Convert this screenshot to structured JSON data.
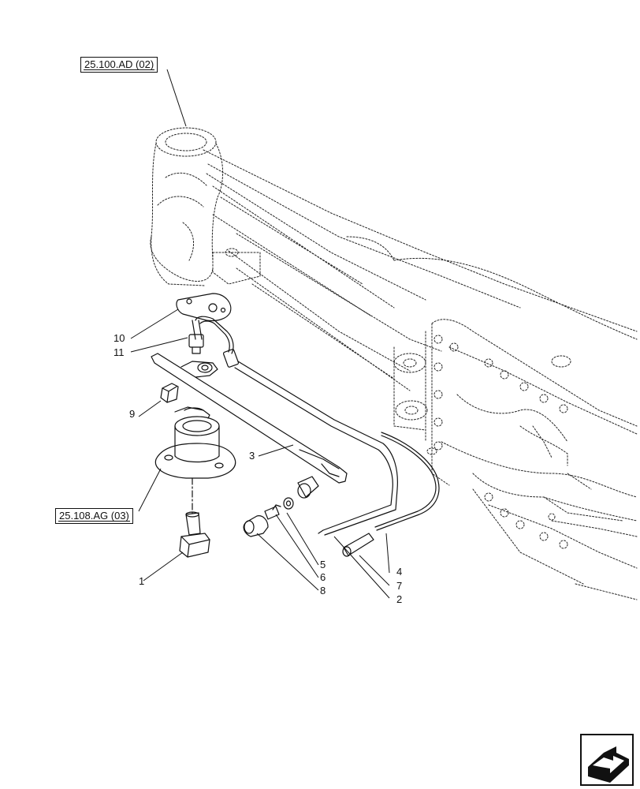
{
  "references": {
    "top": "25.100.AD (02)",
    "left": "25.108.AG (03)"
  },
  "callouts": {
    "c1": "1",
    "c2": "2",
    "c3": "3",
    "c4": "4",
    "c5": "5",
    "c6": "6",
    "c7": "7",
    "c8": "8",
    "c9": "9",
    "c10": "10",
    "c11": "11"
  },
  "icons": {
    "nav": "next-page-arrow-icon"
  },
  "colors": {
    "line": "#111111",
    "background": "#ffffff"
  }
}
